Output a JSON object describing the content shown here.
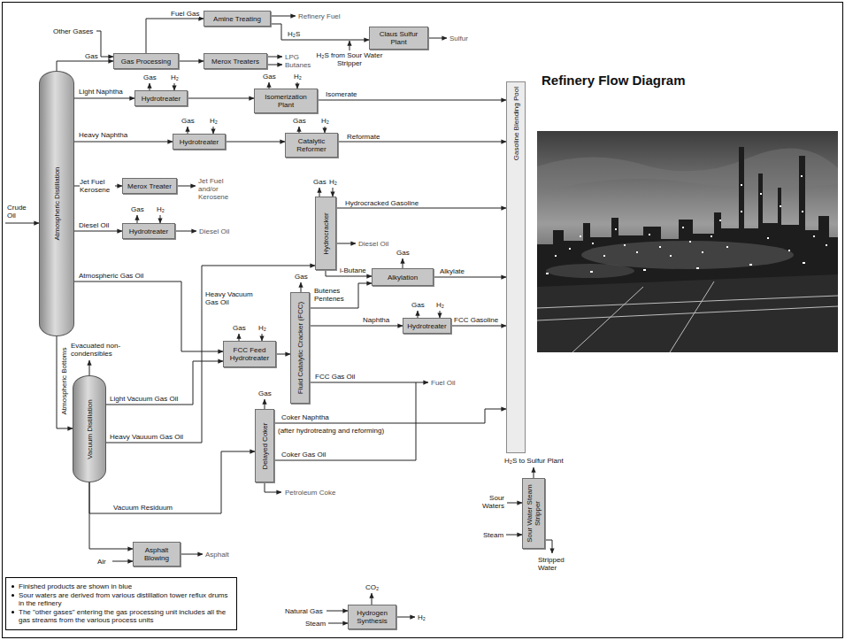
{
  "diagram": {
    "title": "Refinery Flow Diagram",
    "nodes": [
      {
        "text": [
          "Amine Treating"
        ]
      },
      {
        "text": [
          "Claus Sulfur Plant"
        ]
      },
      {
        "text": [
          "Gas Processing"
        ]
      },
      {
        "text": [
          "Merox Treaters"
        ]
      },
      {
        "text": [
          "Atmospheric Distillation"
        ]
      },
      {
        "text": [
          "Hydrotreater"
        ]
      },
      {
        "text": [
          "Isomerization Plant"
        ]
      },
      {
        "text": [
          "Hydrotreater"
        ]
      },
      {
        "text": [
          "Catalytic Reformer"
        ]
      },
      {
        "text": [
          "Merox Treater"
        ]
      },
      {
        "text": [
          "Hydrocracker"
        ]
      },
      {
        "text": [
          "Hydrotreater"
        ]
      },
      {
        "text": [
          "Alkylation"
        ]
      },
      {
        "text": [
          "Hydrotreater"
        ]
      },
      {
        "text": [
          "Vacuum Distillation"
        ]
      },
      {
        "text": [
          "FCC Feed Hydrotreater"
        ]
      },
      {
        "text": [
          "Fluid Catalytic Cracker (FCC)"
        ]
      },
      {
        "text": [
          "Delayed Coker"
        ]
      },
      {
        "text": [
          "Sour Water Steam Stripper"
        ]
      },
      {
        "text": [
          "Asphalt Blowing"
        ]
      },
      {
        "text": [
          "Hydrogen Synthesis"
        ]
      },
      {
        "text": [
          "Gasoline Blending Pool"
        ]
      },
      {
        "text": [
          "Finished products are shown in blue",
          "Sour waters are derived from various distillation tower reflux drums in the refinery",
          "The \"other gases\" entering the gas processing unit includes all the gas streams from the various process units"
        ]
      }
    ],
    "edges": [
      {
        "from": 4,
        "to": 2,
        "arrow": "to",
        "label": "Gas"
      },
      {
        "from": 2,
        "to": 0,
        "arrow": "to",
        "label": "Fuel Gas"
      },
      {
        "from": 2,
        "to": 3,
        "arrow": "to"
      },
      {
        "from": 0,
        "to": 1,
        "arrow": "to",
        "label": "H₂S"
      },
      {
        "from": 4,
        "to": 5,
        "arrow": "to",
        "label": "Light Naphtha"
      },
      {
        "from": 5,
        "to": 6,
        "arrow": "to"
      },
      {
        "from": 6,
        "to": 21,
        "arrow": "to",
        "label": "Isomerate"
      },
      {
        "from": 4,
        "to": 7,
        "arrow": "to",
        "label": "Heavy Naphtha"
      },
      {
        "from": 7,
        "to": 8,
        "arrow": "to"
      },
      {
        "from": 8,
        "to": 21,
        "arrow": "to",
        "label": "Reformate"
      },
      {
        "from": 4,
        "to": 9,
        "arrow": "to",
        "label": "Jet Fuel Kerosene"
      },
      {
        "from": 4,
        "to": 11,
        "arrow": "to",
        "label": "Diesel Oil"
      },
      {
        "from": 10,
        "to": 21,
        "arrow": "to",
        "label": "Hydrocracked Gasoline"
      },
      {
        "from": 10,
        "to": 12,
        "arrow": "to",
        "label": "i-Butane"
      },
      {
        "from": 12,
        "to": 21,
        "arrow": "to",
        "label": "Alkylate"
      },
      {
        "from": 4,
        "to": 15,
        "arrow": "to",
        "label": "Atmospheric Gas Oil"
      },
      {
        "from": 14,
        "to": 10,
        "arrow": "to",
        "label": "Heavy Vauuum Gas Oil"
      },
      {
        "from": 16,
        "to": 12,
        "arrow": "to",
        "label": "Butenes Pentenes"
      },
      {
        "from": 16,
        "to": 13,
        "arrow": "to",
        "label": "Naphtha"
      },
      {
        "from": 13,
        "to": 21,
        "arrow": "to",
        "label": "FCC Gasoline"
      },
      {
        "from": 4,
        "to": 14,
        "arrow": "to",
        "label": "Atmospheric Bottoms"
      },
      {
        "from": 14,
        "to": 15,
        "arrow": "to",
        "label": "Light Vacuum Gas Oil"
      },
      {
        "from": 15,
        "to": 16,
        "arrow": "to"
      },
      {
        "from": 17,
        "to": 21,
        "arrow": "to",
        "label": "Coker Naphtha"
      },
      {
        "from": 14,
        "to": 17,
        "arrow": "to",
        "label": "Vacuum Residuum"
      },
      {
        "from": 14,
        "to": 19,
        "arrow": "to"
      }
    ],
    "labels": [
      "Other Gases",
      "Refinery Fuel",
      "Sulfur",
      "H₂S from Sour Water Stripper",
      "LPG",
      "Butanes",
      "Gas",
      "H₂",
      "Gas",
      "H₂",
      "Gas",
      "H₂",
      "Gas",
      "H₂",
      "Crude Oil",
      "Jet Fuel and/or Kerosene",
      "Gas",
      "H₂",
      "Diesel Oil",
      "Gas",
      "H₂",
      "Diesel Oil",
      "Gas",
      "Heavy Vacuum Gas Oil",
      "Gas",
      "Gas",
      "H₂",
      "Evacuated non-condensibles",
      "Gas",
      "H₂",
      "FCC Gas Oil",
      "Fuel Oil",
      "Gas",
      "(after hydrotreatng and reforming)",
      "Coker Gas Oil",
      "Petroleum Coke",
      "H₂S to Sulfur Plant",
      "Sour Waters",
      "Steam",
      "Stripped Water",
      "Air",
      "Asphalt",
      "CO₂",
      "Natural Gas",
      "Steam",
      "H₂"
    ]
  }
}
